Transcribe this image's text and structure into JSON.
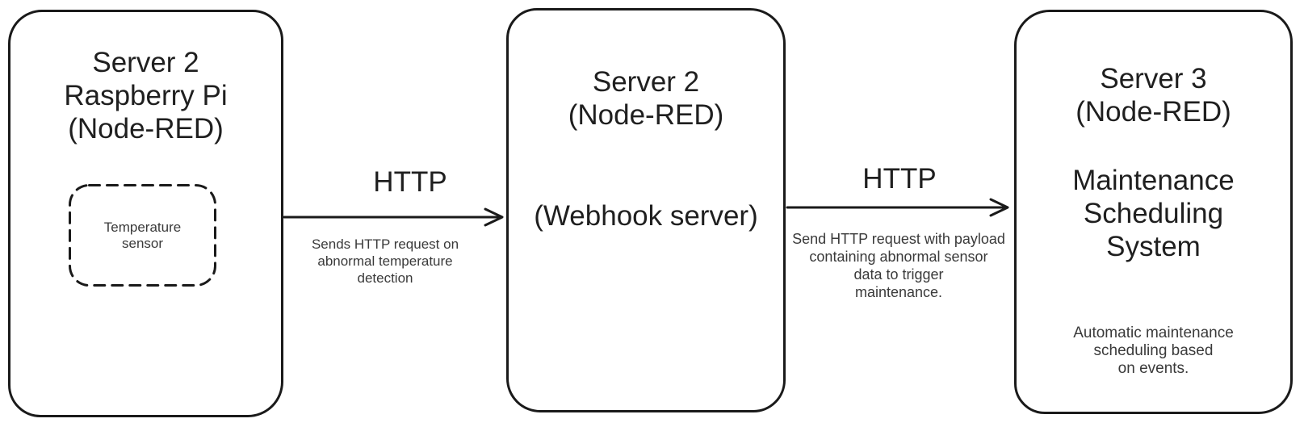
{
  "nodes": [
    {
      "title_lines": [
        "Server 2",
        "Raspberry Pi",
        "(Node-RED)"
      ],
      "inner_node": {
        "label_lines": [
          "Temperature",
          "sensor"
        ]
      }
    },
    {
      "title_lines": [
        "Server 2",
        "(Node-RED)"
      ],
      "subtitle": "(Webhook server)"
    },
    {
      "title_lines": [
        "Server 3",
        "(Node-RED)"
      ],
      "subtitle_lines": [
        "Maintenance",
        "Scheduling",
        "System"
      ],
      "note_lines": [
        "Automatic maintenance",
        "scheduling based",
        "on events."
      ]
    }
  ],
  "edges": [
    {
      "label": "HTTP",
      "description_lines": [
        "Sends HTTP request on",
        "abnormal temperature",
        "detection"
      ]
    },
    {
      "label": "HTTP",
      "description_lines": [
        "Send HTTP request with payload",
        "containing abnormal sensor",
        "data to trigger",
        "maintenance."
      ]
    }
  ],
  "colors": {
    "background": "#ffffff",
    "stroke": "#1a1a1a",
    "title_text": "#1f1f1f",
    "small_text": "#3a3a3a"
  }
}
